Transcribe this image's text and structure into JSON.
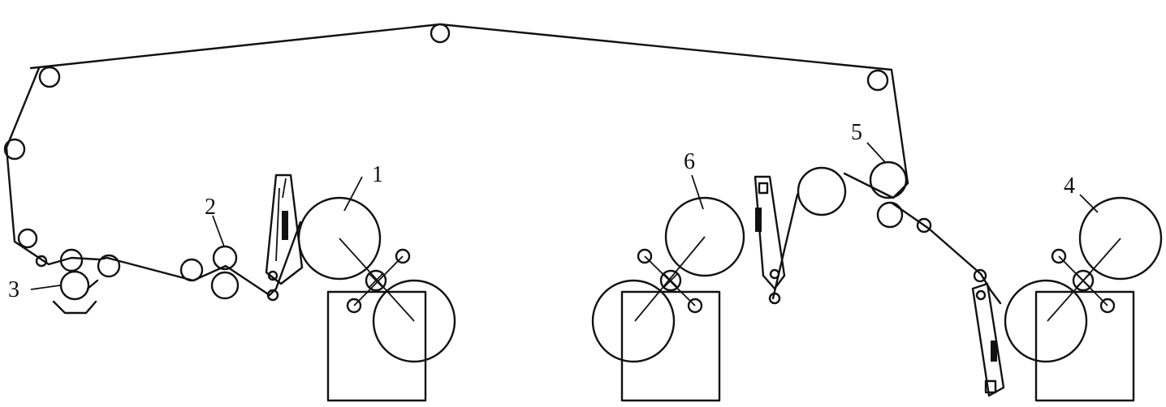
{
  "labels": {
    "l1": "1",
    "l2": "2",
    "l3": "3",
    "l4": "4",
    "l5": "5",
    "l6": "6"
  },
  "colors": {
    "stroke": "#111111",
    "background": "#ffffff"
  }
}
